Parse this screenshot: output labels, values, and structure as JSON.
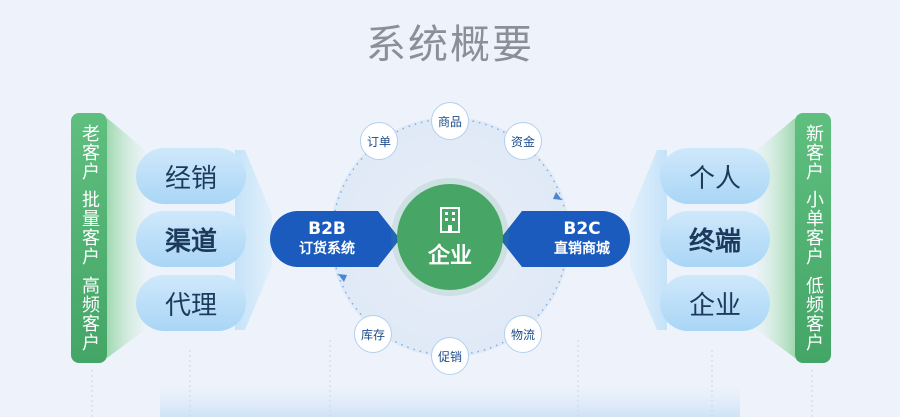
{
  "title": "系统概要",
  "left": {
    "side_labels": [
      "老客户",
      "批量客户",
      "高频客户"
    ],
    "pills": [
      "经销",
      "渠道",
      "代理"
    ]
  },
  "right": {
    "side_labels": [
      "新客户",
      "小单客户",
      "低频客户"
    ],
    "pills": [
      "个人",
      "终端",
      "企业"
    ]
  },
  "b2b": {
    "line1": "B2B",
    "line2": "订货系统"
  },
  "b2c": {
    "line1": "B2C",
    "line2": "直销商城"
  },
  "center": {
    "label": "企业",
    "icon": "building-icon"
  },
  "nodes": [
    "订单",
    "商品",
    "资金",
    "物流",
    "促销",
    "库存"
  ],
  "colors": {
    "green": "#47a666",
    "blue": "#1a5bbd",
    "pill": "#a9d6f6",
    "background": "#eef3fb"
  }
}
